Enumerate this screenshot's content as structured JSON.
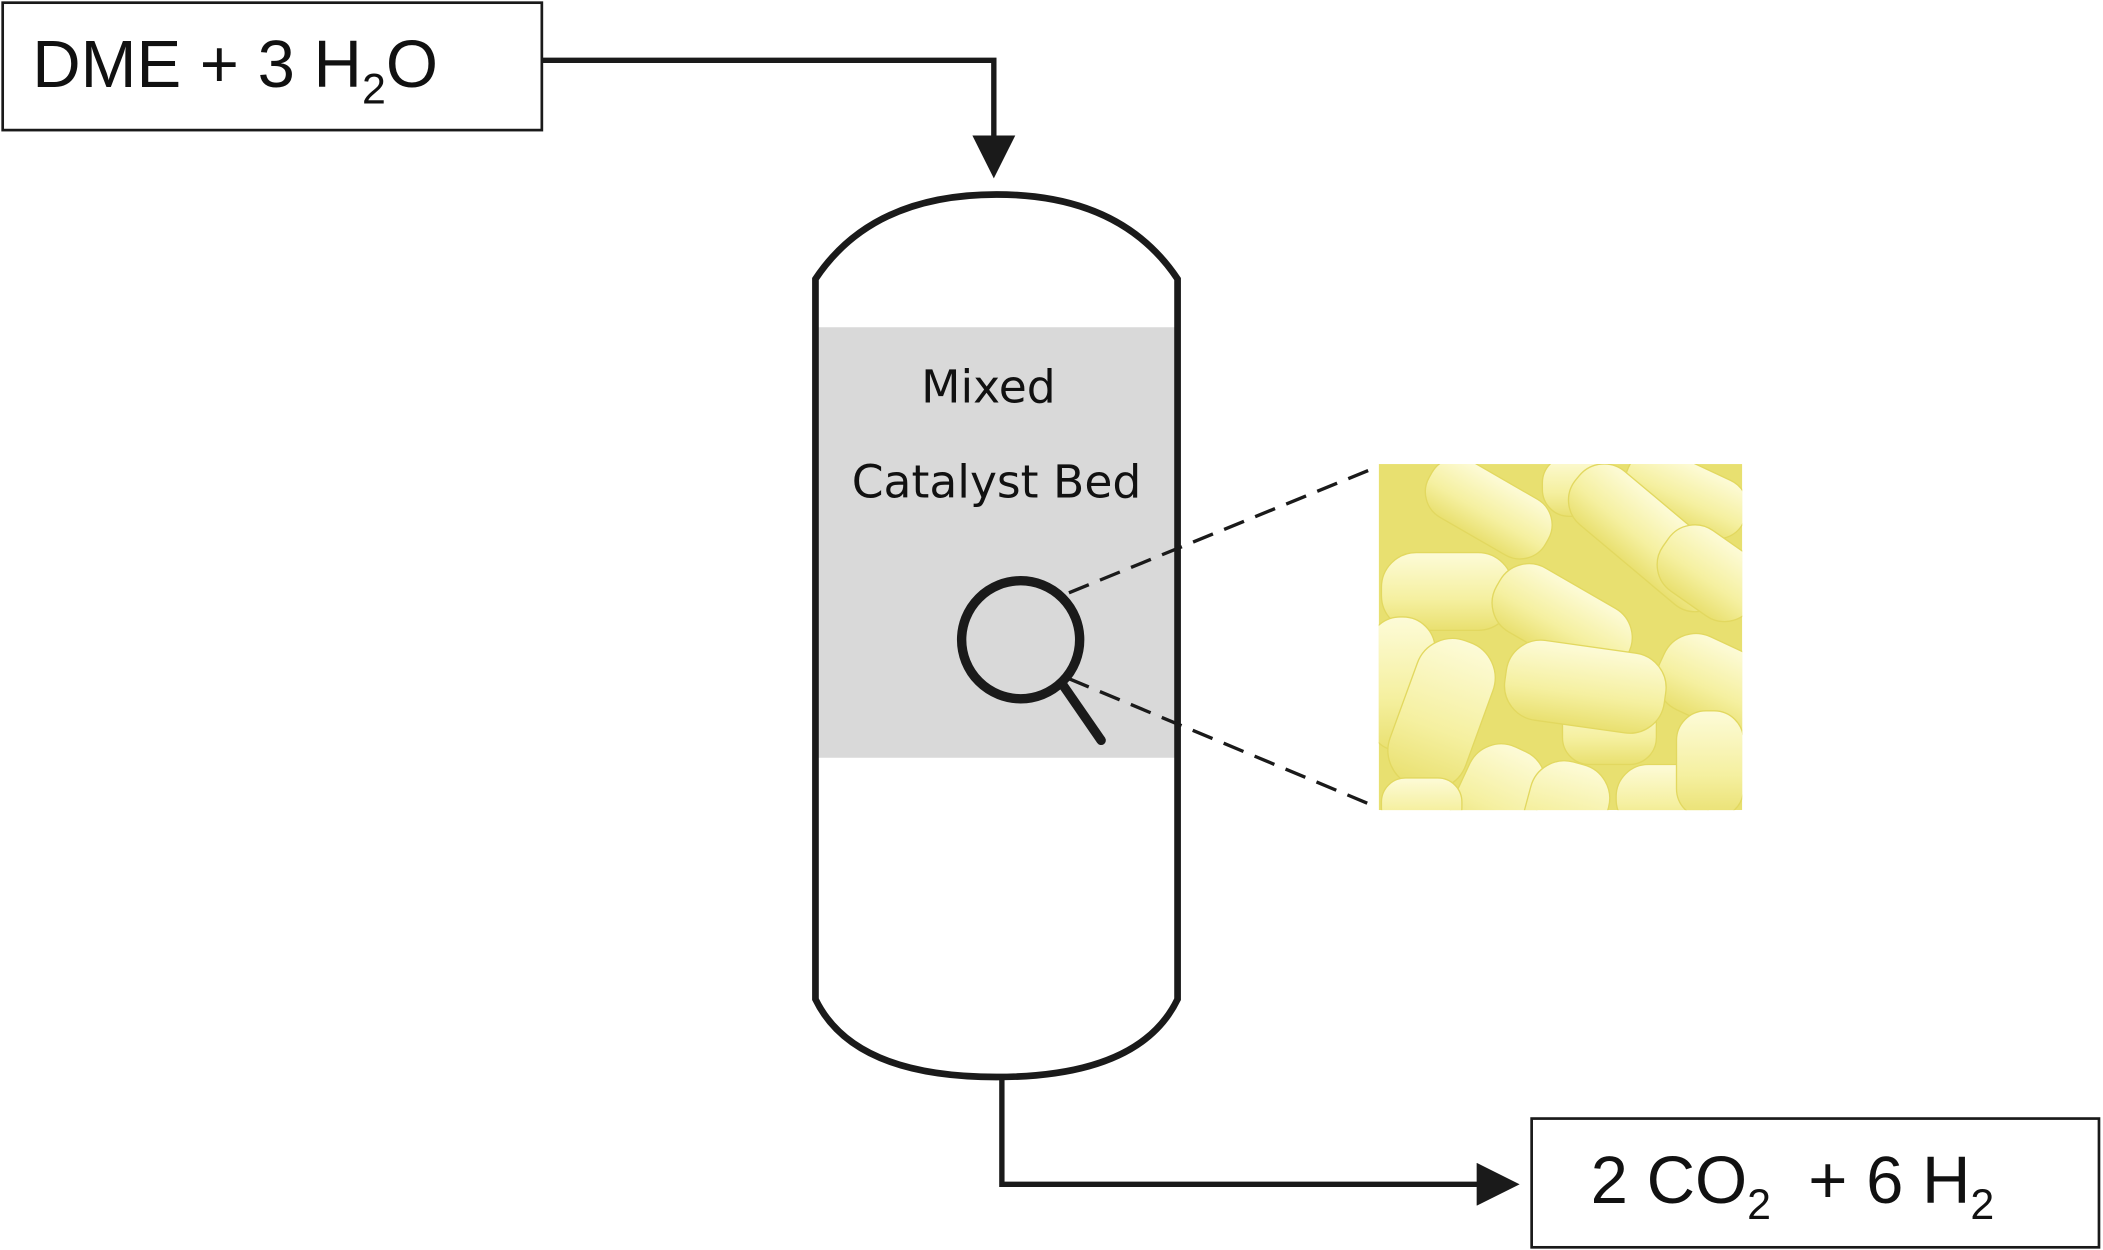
{
  "inlet": {
    "prefix": "DME  + 3 H",
    "sub": "2",
    "suffix": "O"
  },
  "outlet": {
    "part1": "2 CO",
    "sub1": "2",
    "part2": "  + 6 H",
    "sub2": "2"
  },
  "reactor": {
    "bed_line1": "Mixed",
    "bed_line2": "Catalyst Bed"
  },
  "colors": {
    "line": "#1a1a1a",
    "bed": "#d9d9d9",
    "pellet": "#f3ef9a",
    "pellet_light": "#fbf8c8",
    "pellet_shadow": "#e6dc5a"
  },
  "icons": {
    "magnifier": "magnifying-glass-icon"
  }
}
